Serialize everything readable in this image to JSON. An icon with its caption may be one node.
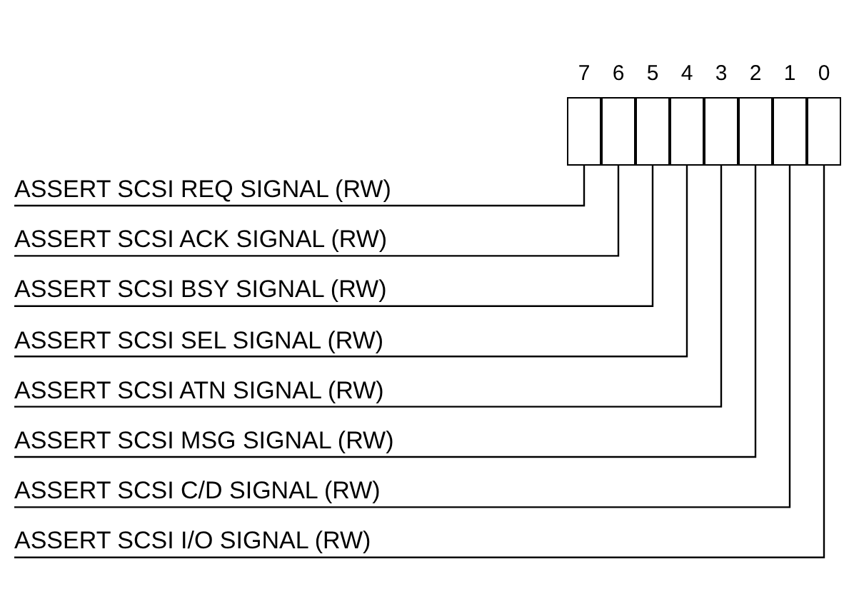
{
  "diagram": {
    "nodes": [
      {
        "text": [],
        "shape": "box"
      },
      {
        "text": [],
        "shape": "box"
      },
      {
        "text": [],
        "shape": "box"
      },
      {
        "text": [],
        "shape": "box"
      },
      {
        "text": [],
        "shape": "box"
      },
      {
        "text": [],
        "shape": "box"
      },
      {
        "text": [],
        "shape": "box"
      },
      {
        "text": [],
        "shape": "box"
      },
      {
        "text": [
          "ASSERT SCSI REQ SIGNAL (RW)"
        ]
      },
      {
        "text": [
          "ASSERT SCSI ACK SIGNAL (RW)"
        ]
      },
      {
        "text": [
          "ASSERT SCSI BSY SIGNAL (RW)"
        ]
      },
      {
        "text": [
          "ASSERT SCSI SEL SIGNAL (RW)"
        ]
      },
      {
        "text": [
          "ASSERT SCSI ATN SIGNAL (RW)"
        ]
      },
      {
        "text": [
          "ASSERT SCSI MSG SIGNAL (RW)"
        ]
      },
      {
        "text": [
          "ASSERT SCSI C/D SIGNAL (RW)"
        ]
      },
      {
        "text": [
          "ASSERT SCSI I/O SIGNAL (RW)"
        ]
      }
    ],
    "edges": [
      {
        "from": 8,
        "to": 0,
        "arrow": "none"
      },
      {
        "from": 9,
        "to": 1,
        "arrow": "none"
      },
      {
        "from": 10,
        "to": 2,
        "arrow": "none"
      },
      {
        "from": 11,
        "to": 3,
        "arrow": "none"
      },
      {
        "from": 12,
        "to": 4,
        "arrow": "none"
      },
      {
        "from": 13,
        "to": 5,
        "arrow": "none"
      },
      {
        "from": 14,
        "to": 6,
        "arrow": "none"
      },
      {
        "from": 15,
        "to": 7,
        "arrow": "none"
      }
    ],
    "labels": [
      "7",
      "6",
      "5",
      "4",
      "3",
      "2",
      "1",
      "0"
    ]
  }
}
